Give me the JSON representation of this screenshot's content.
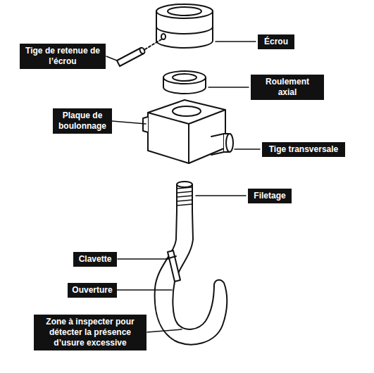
{
  "diagram": {
    "nodes": [
      {
        "text": [
          "Tige de retenue de l’écrou"
        ]
      },
      {
        "text": [
          "Écrou"
        ]
      },
      {
        "text": [
          "Roulement axial"
        ]
      },
      {
        "text": [
          "Plaque de boulonnage"
        ]
      },
      {
        "text": [
          "Tige transversale"
        ]
      },
      {
        "text": [
          "Filetage"
        ]
      },
      {
        "text": [
          "Clavette"
        ]
      },
      {
        "text": [
          "Ouverture"
        ]
      },
      {
        "text": [
          "Zone à inspecter pour détecter la présence d’usure excessive"
        ]
      }
    ]
  }
}
